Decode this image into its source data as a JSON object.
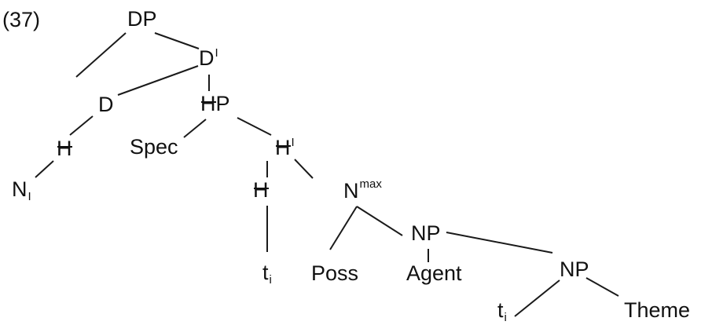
{
  "example_number": "(37)",
  "nodes": {
    "dp": {
      "label": "DP"
    },
    "dbar": {
      "label": "D",
      "sup": "I"
    },
    "d": {
      "label": "D"
    },
    "hp": {
      "label": "HP"
    },
    "h_left": {
      "label": "H"
    },
    "spec": {
      "label": "Spec"
    },
    "hbar": {
      "label": "H",
      "sup": "I"
    },
    "n_i": {
      "label": "N",
      "sub": "I"
    },
    "h_mid": {
      "label": "H"
    },
    "nmax": {
      "label": "N",
      "sup": "max"
    },
    "np_upper": {
      "label": "NP"
    },
    "t_i_mid": {
      "label": "t",
      "sub": "i"
    },
    "poss": {
      "label": "Poss"
    },
    "agent": {
      "label": "Agent"
    },
    "np_lower": {
      "label": "NP"
    },
    "t_i_low": {
      "label": "t",
      "sub": "i"
    },
    "theme": {
      "label": "Theme"
    }
  },
  "colors": {
    "ink": "#111111",
    "background": "#ffffff"
  }
}
